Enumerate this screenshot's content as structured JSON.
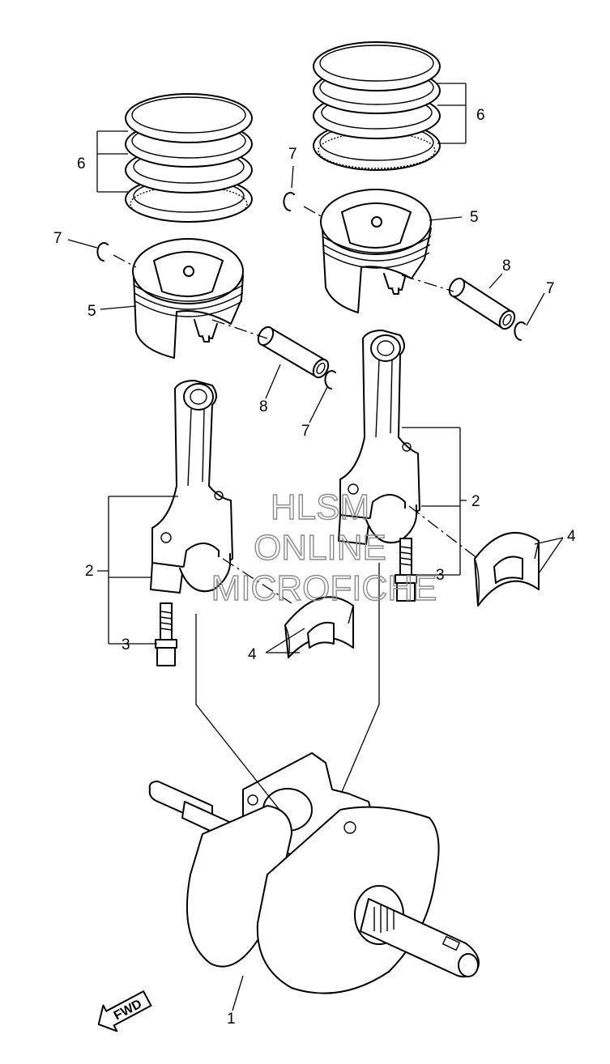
{
  "diagram": {
    "callouts": [
      "1",
      "2",
      "3",
      "4",
      "5",
      "6",
      "7",
      "8"
    ],
    "fwd_label": "FWD",
    "watermark": [
      "HLSM",
      "ONLINE",
      "MICROFICHE"
    ]
  }
}
